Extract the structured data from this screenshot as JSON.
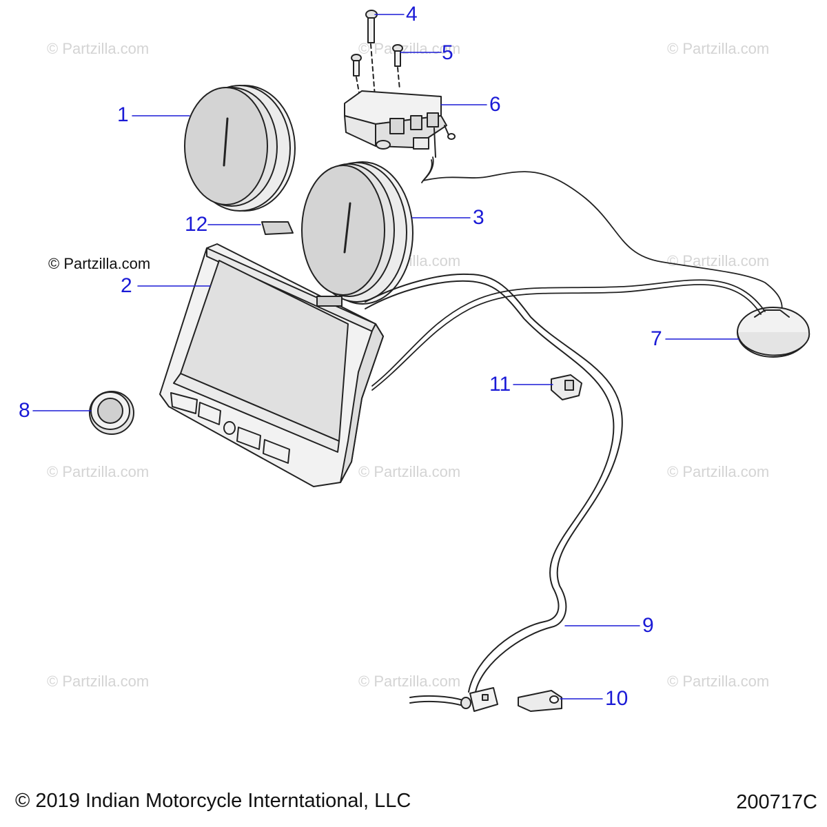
{
  "watermark_text": "© Partzilla.com",
  "credit_text": "© Partzilla.com",
  "callouts": [
    {
      "id": "1",
      "label": "1"
    },
    {
      "id": "2",
      "label": "2"
    },
    {
      "id": "3",
      "label": "3"
    },
    {
      "id": "4",
      "label": "4"
    },
    {
      "id": "5",
      "label": "5"
    },
    {
      "id": "6",
      "label": "6"
    },
    {
      "id": "7",
      "label": "7"
    },
    {
      "id": "8",
      "label": "8"
    },
    {
      "id": "9",
      "label": "9"
    },
    {
      "id": "10",
      "label": "10"
    },
    {
      "id": "11",
      "label": "11"
    },
    {
      "id": "12",
      "label": "12"
    }
  ],
  "footer": {
    "copyright": "© 2019 Indian Motorcycle Interntational, LLC",
    "diagram_code": "200717C"
  },
  "colors": {
    "callout": "#1a1ad6",
    "line_art": "#222222",
    "watermark": "#d4d4d4",
    "part_fill": "#f2f2f2"
  }
}
